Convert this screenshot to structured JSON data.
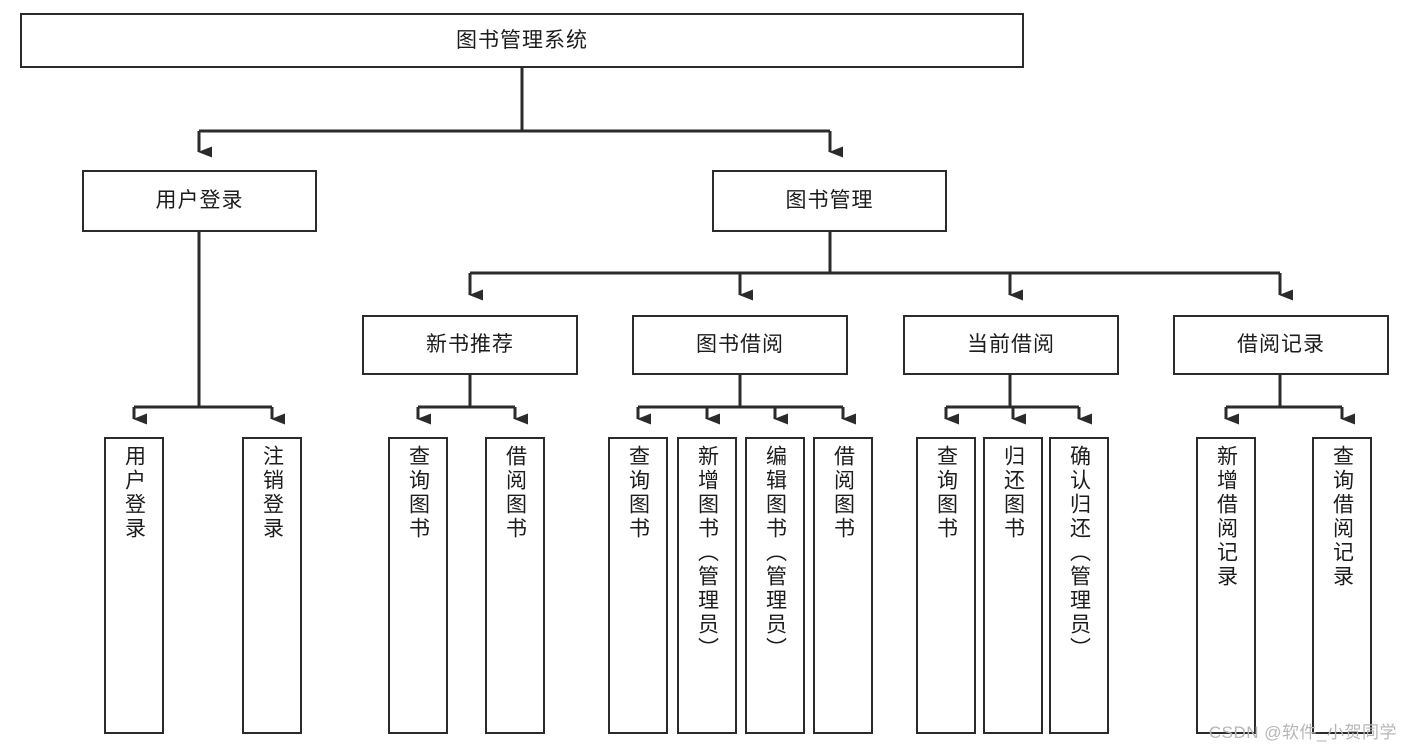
{
  "diagram": {
    "title": "图书管理系统",
    "type": "tree-hierarchy-diagram",
    "watermark": "CSDN @软件_小贺同学",
    "style": {
      "box_fill": "#ffffff",
      "box_border": "#2b2b2b",
      "text_color": "#1c1c1c",
      "connector_color": "#2b2b2b",
      "background": "#ffffff"
    },
    "levels": {
      "root": {
        "label": "图书管理系统"
      },
      "level2": [
        {
          "label": "用户登录"
        },
        {
          "label": "图书管理"
        }
      ],
      "level3": [
        {
          "label": "新书推荐"
        },
        {
          "label": "图书借阅"
        },
        {
          "label": "当前借阅"
        },
        {
          "label": "借阅记录"
        }
      ],
      "leaves": [
        {
          "label": "用户登录",
          "parent": "用户登录"
        },
        {
          "label": "注销登录",
          "parent": "用户登录"
        },
        {
          "label": "查询图书",
          "parent": "新书推荐"
        },
        {
          "label": "借阅图书",
          "parent": "新书推荐"
        },
        {
          "label": "查询图书",
          "parent": "图书借阅"
        },
        {
          "label": "新增图书（管理员）",
          "parent": "图书借阅"
        },
        {
          "label": "编辑图书（管理员）",
          "parent": "图书借阅"
        },
        {
          "label": "借阅图书",
          "parent": "图书借阅"
        },
        {
          "label": "查询图书",
          "parent": "当前借阅"
        },
        {
          "label": "归还图书",
          "parent": "当前借阅"
        },
        {
          "label": "确认归还（管理员）",
          "parent": "当前借阅"
        },
        {
          "label": "新增借阅记录",
          "parent": "借阅记录"
        },
        {
          "label": "查询借阅记录",
          "parent": "借阅记录"
        }
      ]
    }
  }
}
